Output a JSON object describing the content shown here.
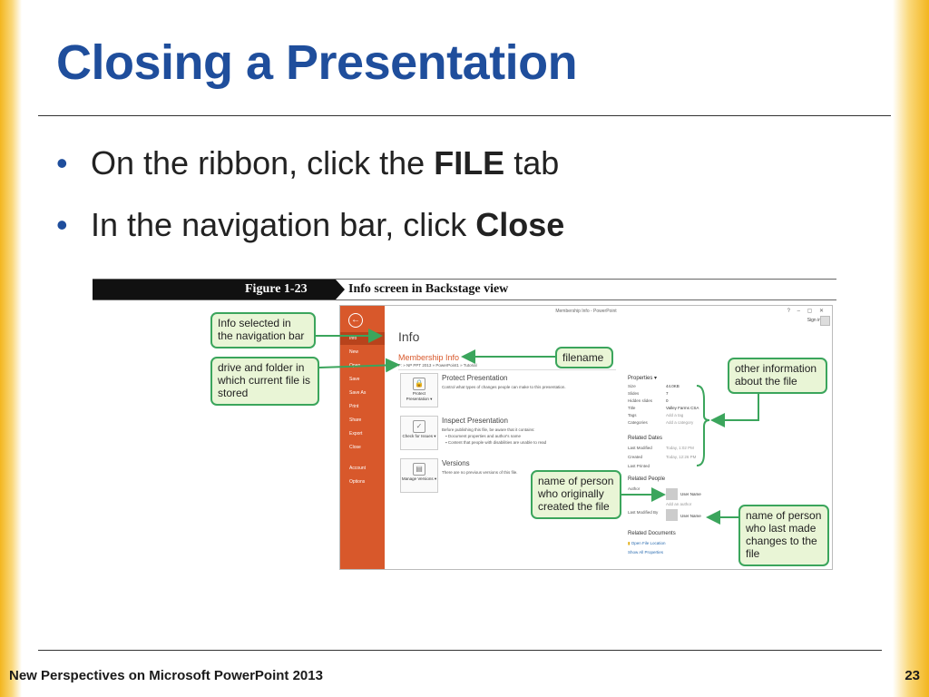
{
  "slide": {
    "title": "Closing a Presentation",
    "bullets": [
      {
        "text": "On the ribbon, click the ",
        "bold": "FILE",
        "tail": " tab"
      },
      {
        "text": "In the navigation bar, click ",
        "bold": "Close",
        "tail": ""
      }
    ],
    "footer_left": "New Perspectives on Microsoft PowerPoint 2013",
    "page_number": "23"
  },
  "figure": {
    "number": "Figure 1-23",
    "caption": "Info screen in Backstage view"
  },
  "screenshot": {
    "window_title": "Membership Info - PowerPoint",
    "window_controls": "? – ▢ ✕",
    "sign_in": "Sign in",
    "nav": [
      "Info",
      "New",
      "Open",
      "Save",
      "Save As",
      "Print",
      "Share",
      "Export",
      "Close",
      "Account",
      "Options"
    ],
    "info_heading": "Info",
    "file_name": "Membership Info",
    "path": "F: » NP PPT 2013 » PowerPoint1 » Tutorial",
    "protect": {
      "button": "Protect Presentation ▾",
      "heading": "Protect Presentation",
      "text": "Control what types of changes people can make to this presentation."
    },
    "inspect": {
      "button": "Check for Issues ▾",
      "heading": "Inspect Presentation",
      "lines": [
        "Before publishing this file, be aware that it contains:",
        "▪  Document properties and author's name",
        "▪  Content that people with disabilities are unable to read"
      ]
    },
    "versions": {
      "button": "Manage Versions ▾",
      "heading": "Versions",
      "text": "There are no previous versions of this file."
    },
    "properties_heading": "Properties ▾",
    "properties": [
      {
        "k": "Size",
        "v": "44.0KB"
      },
      {
        "k": "Slides",
        "v": "7"
      },
      {
        "k": "Hidden slides",
        "v": "0"
      },
      {
        "k": "Title",
        "v": "Valley Farms CSA"
      },
      {
        "k": "Tags",
        "v": "Add a tag"
      },
      {
        "k": "Categories",
        "v": "Add a category"
      }
    ],
    "related_dates_heading": "Related Dates",
    "dates": [
      {
        "k": "Last Modified",
        "v": "Today, 1:02 PM"
      },
      {
        "k": "Created",
        "v": "Today, 12:26 PM"
      },
      {
        "k": "Last Printed",
        "v": ""
      }
    ],
    "related_people_heading": "Related People",
    "author_label": "Author",
    "author_name": "User Name",
    "add_author": "Add an author",
    "last_modified_by_label": "Last Modified By",
    "last_modified_by_name": "User Name",
    "related_docs_heading": "Related Documents",
    "open_file_location": "Open File Location",
    "show_all": "Show All Properties"
  },
  "callouts": {
    "info_selected": "Info selected in the navigation bar",
    "drive_folder": "drive and folder in which current file is stored",
    "filename": "filename",
    "other_info": "other information about the file",
    "original_creator": "name of person who originally created the file",
    "last_changed": "name of person who last made changes to the file"
  },
  "colors": {
    "title": "#1f4e9c",
    "accent_gold": "#f3b61f",
    "backstage_orange": "#d8582b",
    "callout_border": "#3ba55c",
    "callout_fill": "#e9f5d6"
  }
}
